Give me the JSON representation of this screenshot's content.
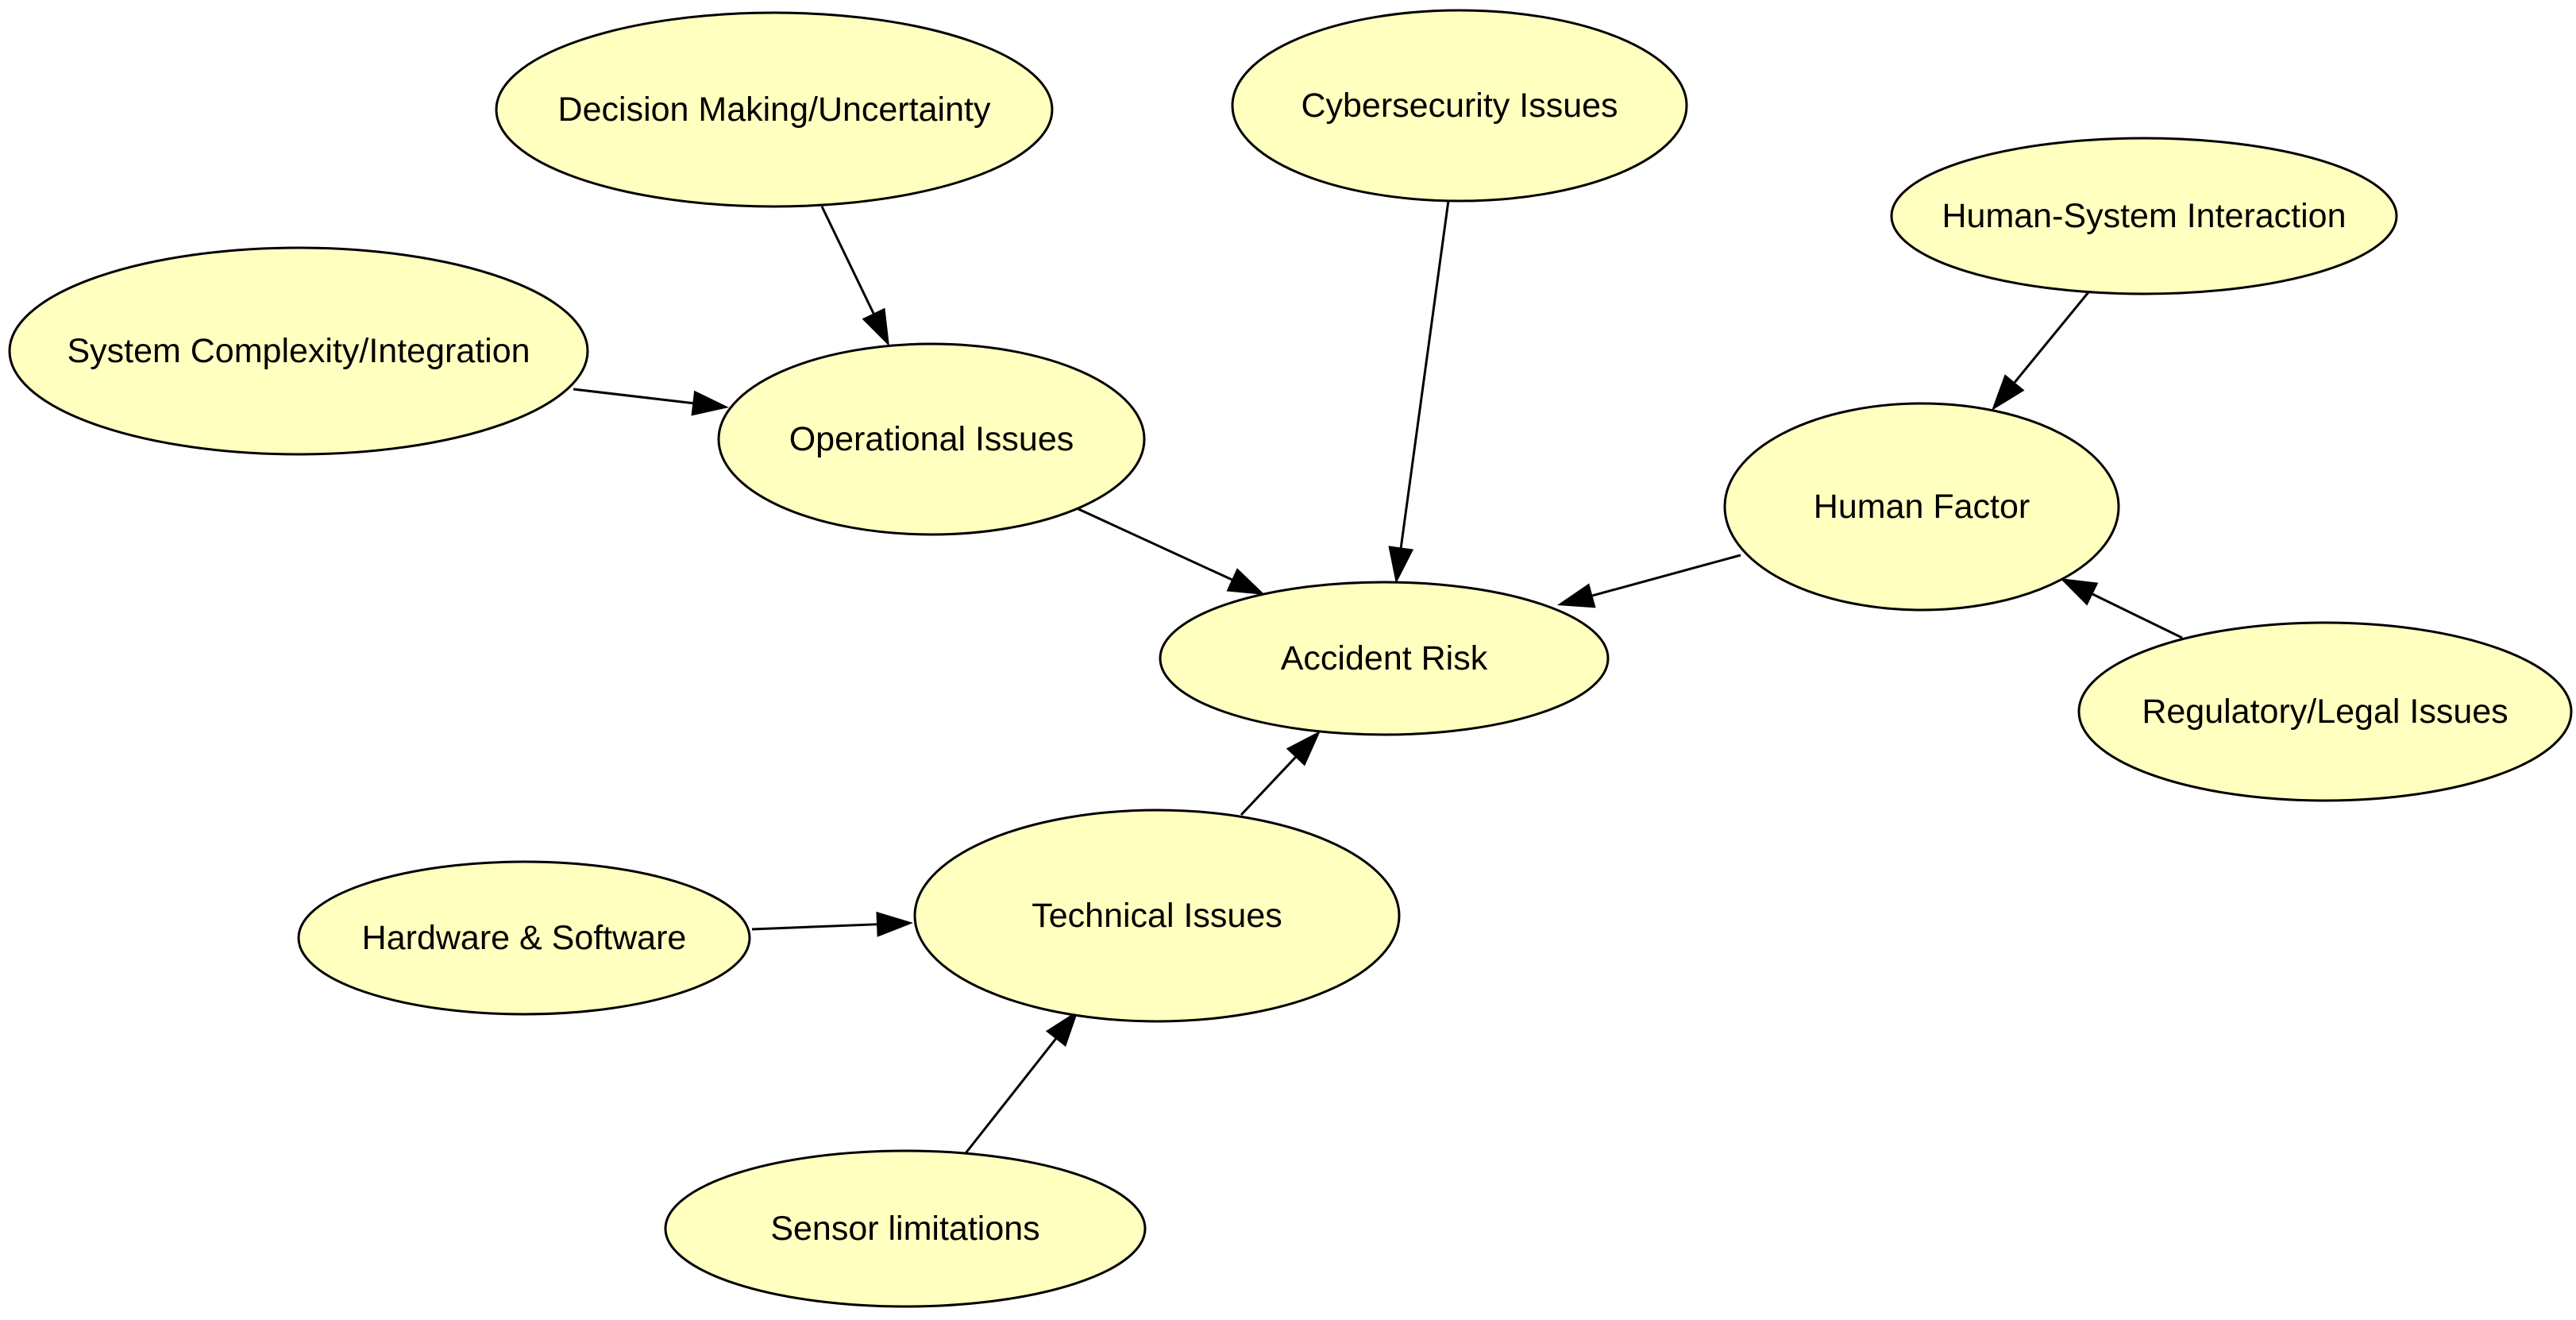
{
  "nodes": {
    "decision_making": {
      "label": "Decision Making/Uncertainty"
    },
    "cybersecurity": {
      "label": "Cybersecurity Issues"
    },
    "human_system_interaction": {
      "label": "Human-System Interaction"
    },
    "system_complexity": {
      "label": "System Complexity/Integration"
    },
    "operational_issues": {
      "label": "Operational Issues"
    },
    "human_factor": {
      "label": "Human Factor"
    },
    "accident_risk": {
      "label": "Accident Risk"
    },
    "regulatory_legal": {
      "label": "Regulatory/Legal Issues"
    },
    "technical_issues": {
      "label": "Technical Issues"
    },
    "hardware_software": {
      "label": "Hardware & Software"
    },
    "sensor_limitations": {
      "label": "Sensor limitations"
    }
  },
  "edges": [
    {
      "from": "decision_making",
      "to": "operational_issues"
    },
    {
      "from": "system_complexity",
      "to": "operational_issues"
    },
    {
      "from": "operational_issues",
      "to": "accident_risk"
    },
    {
      "from": "cybersecurity",
      "to": "accident_risk"
    },
    {
      "from": "human_system_interaction",
      "to": "human_factor"
    },
    {
      "from": "human_factor",
      "to": "accident_risk"
    },
    {
      "from": "regulatory_legal",
      "to": "human_factor"
    },
    {
      "from": "technical_issues",
      "to": "accident_risk"
    },
    {
      "from": "hardware_software",
      "to": "technical_issues"
    },
    {
      "from": "sensor_limitations",
      "to": "technical_issues"
    }
  ],
  "colors": {
    "node_fill": "#ffffc0",
    "node_stroke": "#000000",
    "edge": "#000000"
  }
}
